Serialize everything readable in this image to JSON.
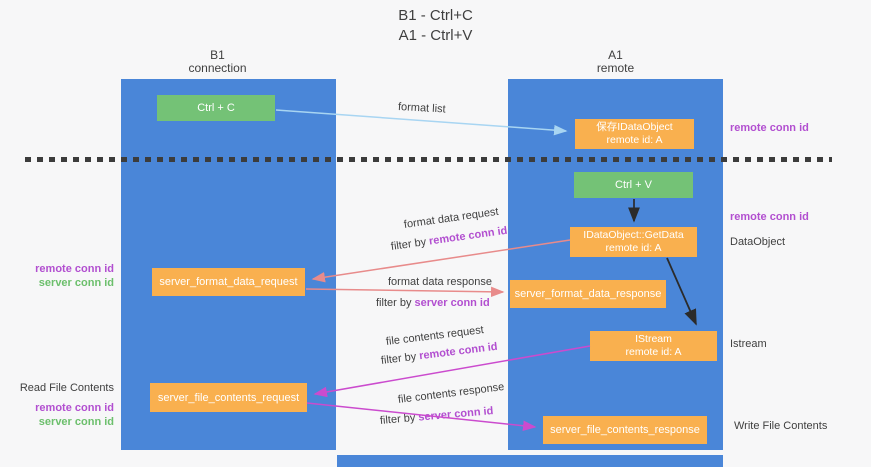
{
  "title": {
    "line1": "B1 - Ctrl+C",
    "line2": "A1 - Ctrl+V"
  },
  "lanes": {
    "left": {
      "name": "B1",
      "role": "connection"
    },
    "right": {
      "name": "A1",
      "role": "remote"
    }
  },
  "nodes": {
    "ctrl_c": {
      "label": "Ctrl + C"
    },
    "ctrl_v": {
      "label": "Ctrl + V"
    },
    "save_idataobject": {
      "line1": "保存IDataObject",
      "line2": "remote id: A"
    },
    "getdata": {
      "line1": "IDataObject::GetData",
      "line2": "remote id: A"
    },
    "istream": {
      "line1": "IStream",
      "line2": "remote id: A"
    },
    "format_request": {
      "label": "server_format_data_request"
    },
    "format_response": {
      "label": "server_format_data_response"
    },
    "file_request": {
      "label": "server_file_contents_request"
    },
    "file_response": {
      "label": "server_file_contents_response"
    }
  },
  "flow_labels": {
    "format_list": "format list",
    "format_data_request": {
      "text": "format data request",
      "filter_prefix": "filter by ",
      "filter_key": "remote conn id"
    },
    "format_data_response": {
      "text": "format data response",
      "filter_prefix": "filter by ",
      "filter_key": "server conn id"
    },
    "file_contents_request": {
      "text": "file contents request",
      "filter_prefix": "filter by ",
      "filter_key": "remote conn id"
    },
    "file_contents_response": {
      "text": "file contents response",
      "filter_prefix": "filter by ",
      "filter_key": "server conn id"
    }
  },
  "left_annotations": {
    "format_remote": "remote conn id",
    "format_server": "server conn id",
    "read_file": "Read File Contents",
    "file_remote": "remote conn id",
    "file_server": "server conn id"
  },
  "right_annotations": {
    "top_remote": "remote conn id",
    "mid_remote": "remote conn id",
    "dataobject": "DataObject",
    "istream": "Istream",
    "write_file": "Write File Contents"
  },
  "colors": {
    "lane_blue": "#4a86d8",
    "box_orange": "#f9b04f",
    "box_green": "#74c276",
    "purple_text": "#b24fd0",
    "green_text": "#6cbf6c",
    "salmon_arrow": "#e88b8b",
    "magenta_arrow": "#cb4bce",
    "lightblue_arrow": "#a8d5f2",
    "dark_arrow": "#2b2b2b",
    "background": "#f7f7f8"
  }
}
